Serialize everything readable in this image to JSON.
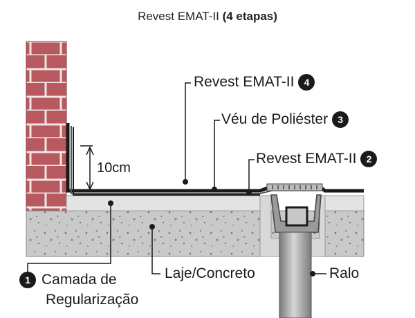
{
  "title": {
    "main": "Revest EMAT-II",
    "bold": "(4 etapas)"
  },
  "labels": {
    "layer4": {
      "text": "Revest EMAT-II",
      "step": "4"
    },
    "layer3": {
      "text": "Véu de Poliéster",
      "step": "3"
    },
    "layer2": {
      "text": "Revest EMAT-II",
      "step": "2"
    },
    "layer1": {
      "line1": "Camada de",
      "line2": "Regularização",
      "step": "1"
    },
    "slab": "Laje/Concreto",
    "drain": "Ralo",
    "dimension": "10cm"
  },
  "colors": {
    "brick": "#b7595e",
    "mortar": "#f1e6e6",
    "concrete": "#c9c9c9",
    "screed": "#e3e3e3",
    "membrane": "#1a1a1a",
    "pipe": "#a8a8a8"
  }
}
